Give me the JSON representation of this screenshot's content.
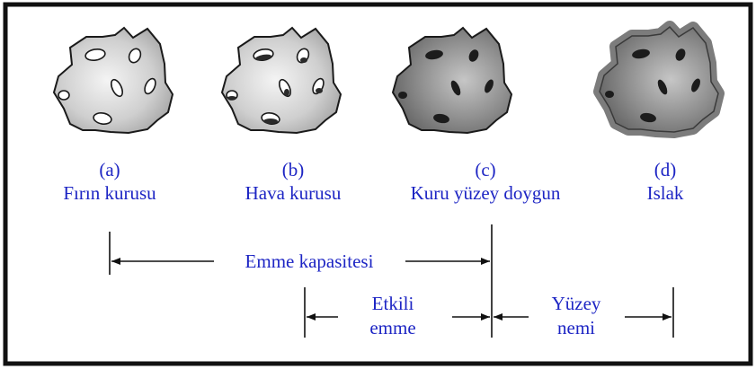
{
  "figure": {
    "panels": [
      {
        "letter": "(a)",
        "caption": "Fırın kurusu",
        "state": "oven-dry"
      },
      {
        "letter": "(b)",
        "caption": "Hava kurusu",
        "state": "air-dry"
      },
      {
        "letter": "(c)",
        "caption": "Kuru yüzey doygun",
        "state": "saturated-surface-dry"
      },
      {
        "letter": "(d)",
        "caption": "Islak",
        "state": "wet"
      }
    ],
    "ranges": {
      "absorption_capacity": "Emme kapasitesi",
      "effective_absorption_line1": "Etkili",
      "effective_absorption_line2": "emme",
      "surface_moisture_line1": "Yüzey",
      "surface_moisture_line2": "nemi"
    }
  },
  "colors": {
    "text": "#1d25c4",
    "particle_outline": "#1a1a1a",
    "water_film": "#7c7c7c",
    "border": "#111111"
  }
}
